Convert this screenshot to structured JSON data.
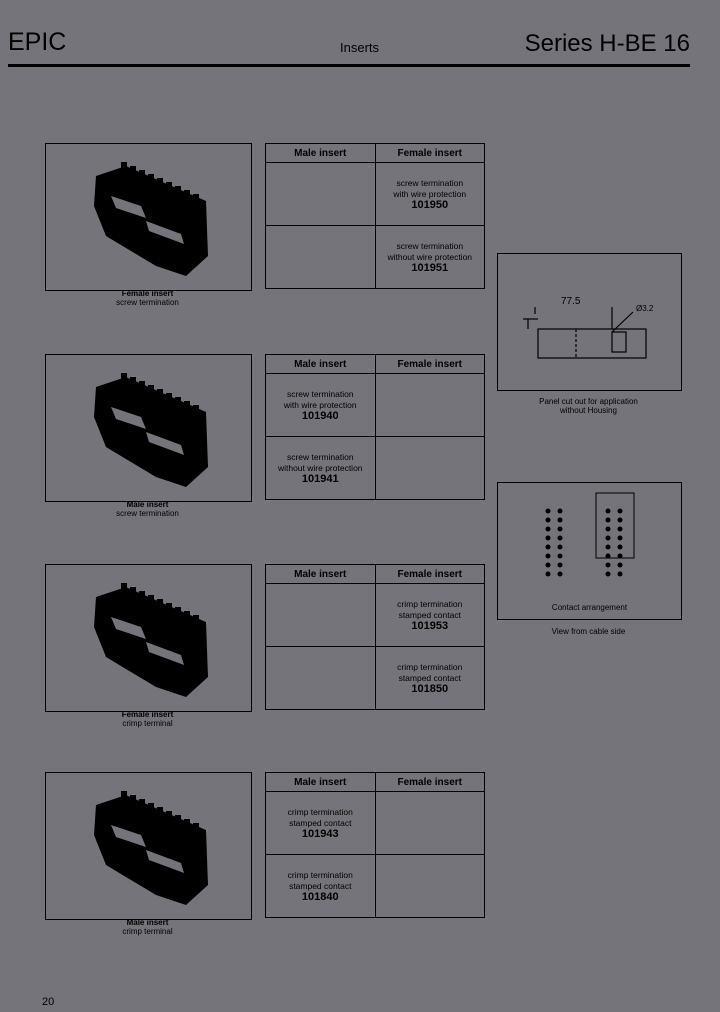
{
  "header": {
    "brand": "EPIC",
    "section": "Inserts",
    "series": "Series H-BE 16"
  },
  "columns": {
    "male": "Male insert",
    "female": "Female insert"
  },
  "blocks": [
    {
      "caption_title": "Female insert",
      "caption_sub": "screw termination",
      "rows": [
        {
          "side": "female",
          "line1": "screw termination",
          "line2": "with wire protection",
          "part": "101950"
        },
        {
          "side": "female",
          "line1": "screw termination",
          "line2": "without wire protection",
          "part": "101951"
        }
      ]
    },
    {
      "caption_title": "Male insert",
      "caption_sub": "screw termination",
      "rows": [
        {
          "side": "male",
          "line1": "screw termination",
          "line2": "with wire protection",
          "part": "101940"
        },
        {
          "side": "male",
          "line1": "screw termination",
          "line2": "without wire protection",
          "part": "101941"
        }
      ]
    },
    {
      "caption_title": "Female insert",
      "caption_sub": "crimp terminal",
      "rows": [
        {
          "side": "female",
          "line1": "crimp termination",
          "line2": "stamped contact",
          "part": "101953"
        },
        {
          "side": "female",
          "line1": "crimp termination",
          "line2": "stamped contact",
          "part": "101850"
        }
      ]
    },
    {
      "caption_title": "Male insert",
      "caption_sub": "crimp terminal",
      "rows": [
        {
          "side": "male",
          "line1": "crimp termination",
          "line2": "stamped contact",
          "part": "101943"
        },
        {
          "side": "male",
          "line1": "crimp termination",
          "line2": "stamped contact",
          "part": "101840"
        }
      ]
    }
  ],
  "panel_cutout": {
    "dimension": "77.5",
    "hole": "Ø3.2",
    "caption1": "Panel cut out for application",
    "caption2": "without Housing"
  },
  "contact_arrangement": {
    "label": "Contact arrangement",
    "caption": "View from cable side"
  },
  "page_number": "20"
}
